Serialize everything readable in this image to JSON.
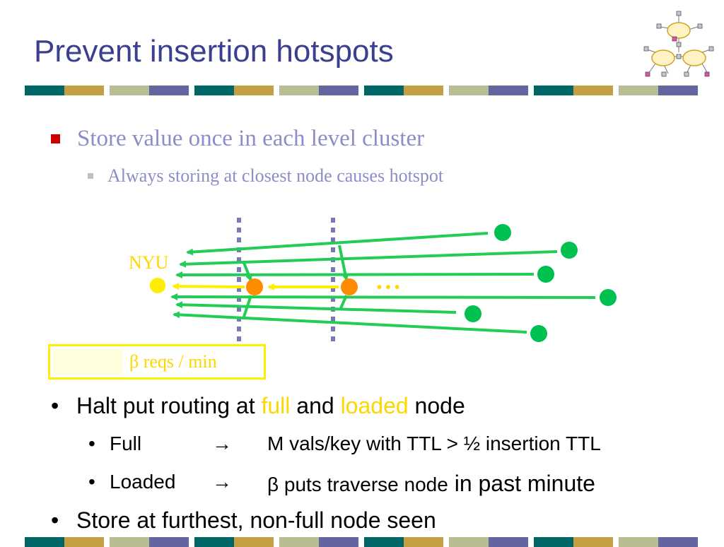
{
  "slide": {
    "title": "Prevent insertion hotspots",
    "bullets": [
      {
        "text": "Store value once in each level cluster",
        "sub": [
          "Always storing at closest node causes hotspot"
        ]
      }
    ],
    "diagram": {
      "label": "NYU",
      "ellipsis": "• • •",
      "rate": "β reqs / min"
    },
    "main": {
      "halt": {
        "prefix": "Halt put routing at ",
        "full": "full",
        "and": " and ",
        "loaded": "loaded",
        "suffix": " node"
      },
      "rules": [
        {
          "term": "Full",
          "arrow": "→",
          "desc": "M vals/key with TTL > ½ insertion TTL"
        },
        {
          "term": "Loaded",
          "arrow": "→",
          "desc": "β puts traverse node",
          "desc_emph": " in past minute"
        }
      ],
      "store": "Store at furthest, non-full node seen",
      "bullet_char": "•"
    }
  },
  "colors": {
    "title": "#3b3f8f",
    "accent_text": "#8c8cc8",
    "bullet_square": "#cc0000",
    "highlight": "#ffd700",
    "arrow_green": "#22cc55",
    "node_green": "#00c050",
    "node_orange": "#ff8c00",
    "node_yellow": "#ffee00",
    "divider": "#7878b4",
    "bar": [
      "#006666",
      "#c4a042",
      "#b8bc90",
      "#6464a0"
    ]
  }
}
